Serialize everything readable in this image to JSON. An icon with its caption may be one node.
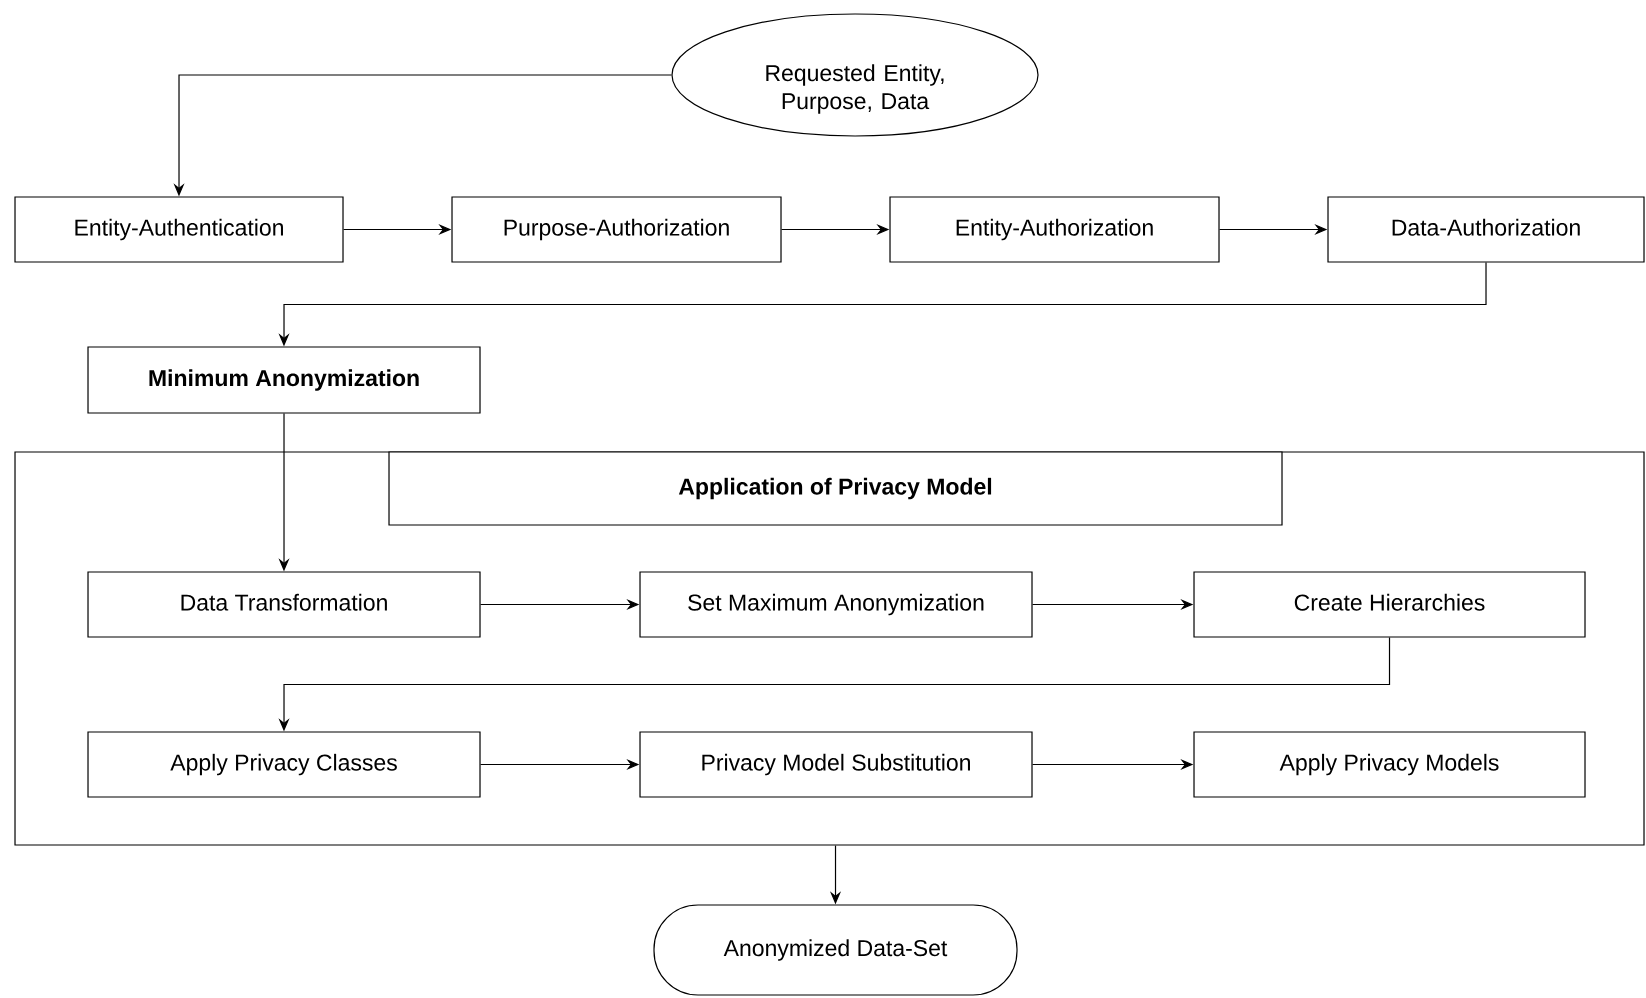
{
  "diagram": {
    "nodes": [
      {
        "text": [
          "Requested Entity, Purpose, Data"
        ]
      },
      {
        "text": [
          "Entity-Authentication"
        ]
      },
      {
        "text": [
          "Purpose-Authorization"
        ]
      },
      {
        "text": [
          "Entity-Authorization"
        ]
      },
      {
        "text": [
          "Data-Authorization"
        ]
      },
      {
        "text": [
          "Minimum Anonymization"
        ]
      },
      {
        "text": [],
        "shape": "box"
      },
      {
        "text": [
          "Application of Privacy Model"
        ],
        "in": 6
      },
      {
        "text": [
          "Data Transformation"
        ],
        "in": 6
      },
      {
        "text": [
          "Set Maximum Anonymization"
        ],
        "in": 6
      },
      {
        "text": [
          "Create Hierarchies"
        ],
        "in": 6
      },
      {
        "text": [
          "Apply Privacy Classes"
        ],
        "in": 6
      },
      {
        "text": [
          "Privacy Model Substitution"
        ],
        "in": 6
      },
      {
        "text": [
          "Apply Privacy Models"
        ],
        "in": 6
      },
      {
        "text": [
          "Anonymized Data-Set"
        ]
      }
    ],
    "edges": [
      {
        "from": 0,
        "to": 1,
        "arrow": "to"
      },
      {
        "from": 1,
        "to": 2,
        "arrow": "to"
      },
      {
        "from": 2,
        "to": 3,
        "arrow": "to"
      },
      {
        "from": 3,
        "to": 4,
        "arrow": "to"
      },
      {
        "from": 4,
        "to": 5,
        "arrow": "to"
      },
      {
        "from": 5,
        "to": 8,
        "arrow": "to"
      },
      {
        "from": 8,
        "to": 9,
        "arrow": "to"
      },
      {
        "from": 9,
        "to": 10,
        "arrow": "to"
      },
      {
        "from": 10,
        "to": 11,
        "arrow": "to"
      },
      {
        "from": 11,
        "to": 12,
        "arrow": "to"
      },
      {
        "from": 12,
        "to": 13,
        "arrow": "to"
      },
      {
        "from": 6,
        "to": 14,
        "arrow": "to"
      }
    ]
  }
}
